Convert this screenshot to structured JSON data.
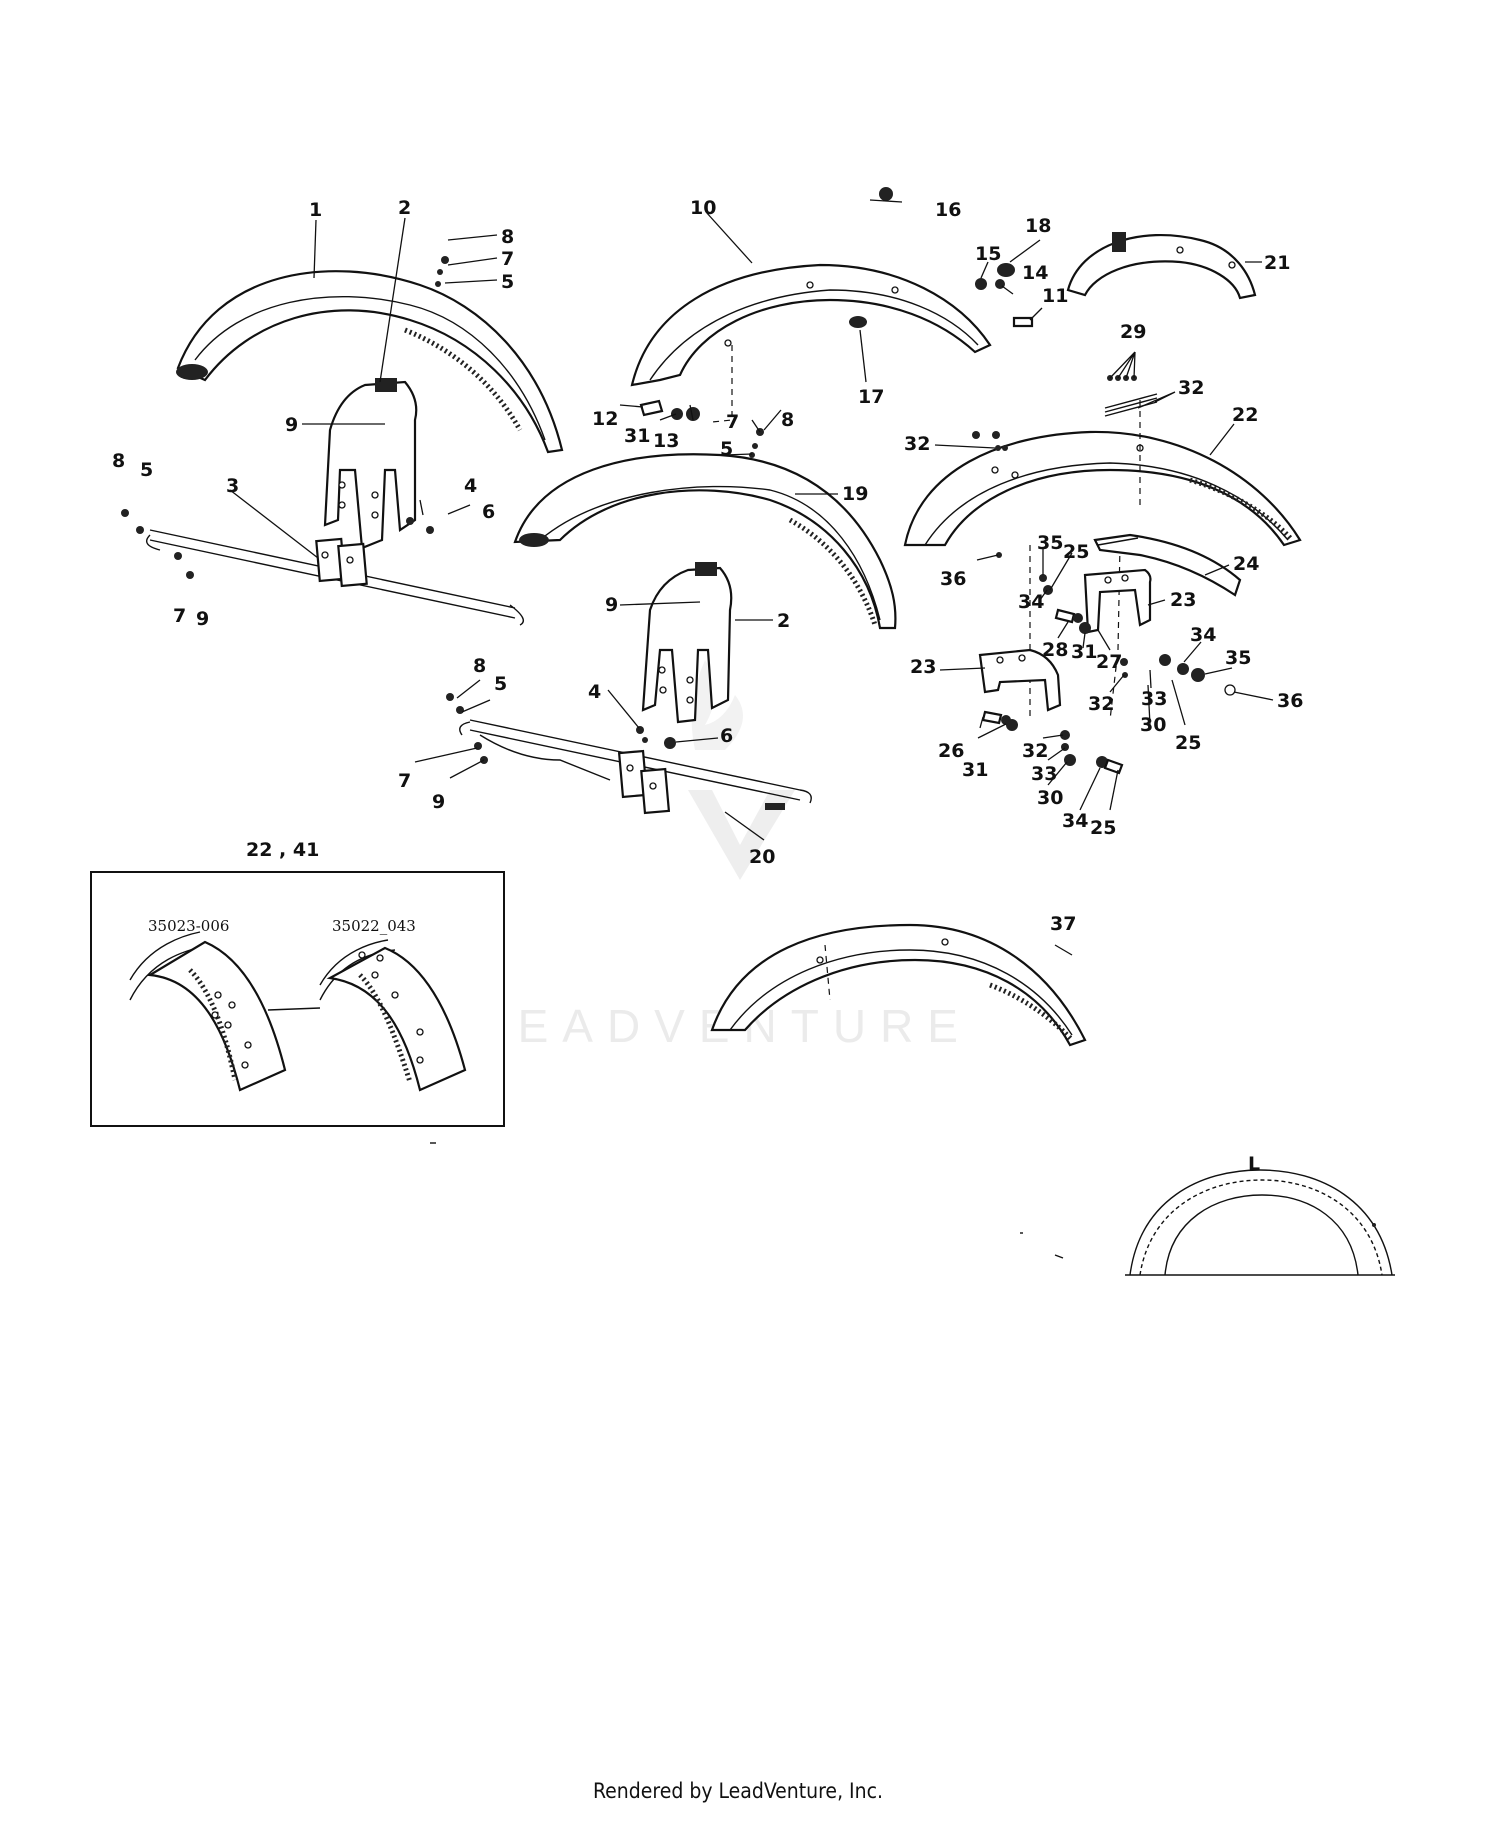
{
  "callouts": {
    "c1": "1",
    "c2a": "2",
    "c8a": "8",
    "c7a": "7",
    "c5a": "5",
    "c9a": "9",
    "c8b": "8",
    "c5b": "5",
    "c3": "3",
    "c4a": "4",
    "c6a": "6",
    "c7b": "7",
    "c9b": "9",
    "c10": "10",
    "c16": "16",
    "c18": "18",
    "c15": "15",
    "c14": "14",
    "c11": "11",
    "c21": "21",
    "c17": "17",
    "c12": "12",
    "c31a": "31",
    "c13": "13",
    "c7c": "7",
    "c8c": "8",
    "c5c": "5",
    "c19": "19",
    "c9c": "9",
    "c2b": "2",
    "c8d": "8",
    "c5d": "5",
    "c4b": "4",
    "c6b": "6",
    "c7d": "7",
    "c9d": "9",
    "c20": "20",
    "c29": "29",
    "c32a": "32",
    "c32b": "32",
    "c22": "22",
    "c36a": "36",
    "c35a": "35",
    "c25a": "25",
    "c34a": "34",
    "c24": "24",
    "c23a": "23",
    "c28": "28",
    "c31b": "31",
    "c27": "27",
    "c34b": "34",
    "c35b": "35",
    "c23b": "23",
    "c32c": "32",
    "c33a": "33",
    "c30a": "30",
    "c25b": "25",
    "c36b": "36",
    "c26": "26",
    "c31c": "31",
    "c32d": "32",
    "c33b": "33",
    "c30b": "30",
    "c34c": "34",
    "c25c": "25",
    "c37": "37"
  },
  "inset": {
    "header": "22 , 41",
    "left_part": "35023-006",
    "right_part": "35022_043"
  },
  "dimension_label": "L",
  "watermark": "LEADVENTURE",
  "footer": "Rendered by LeadVenture, Inc."
}
